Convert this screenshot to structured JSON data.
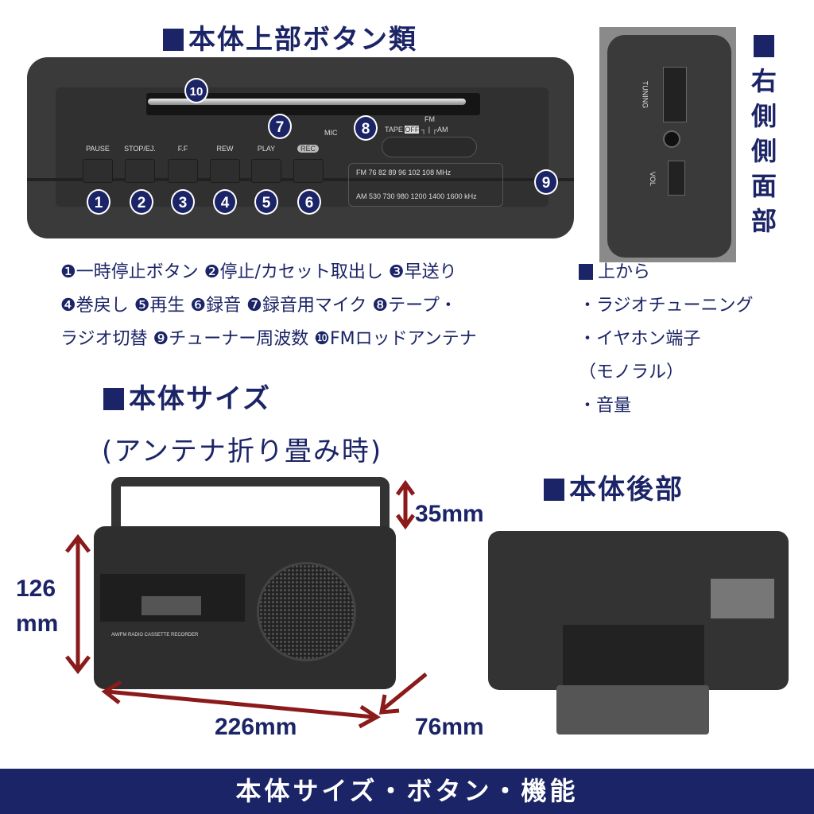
{
  "top": {
    "title": "本体上部ボタン類",
    "buttons": [
      "PAUSE",
      "STOP/EJ.",
      "F.F",
      "REW",
      "PLAY"
    ],
    "rec": "REC",
    "mic": "MIC",
    "tape": "TAPE",
    "off": "OFF",
    "fm": "FM",
    "am": "AM",
    "fm_scale": "FM   76    82    89    96   102   108 MHz",
    "am_scale": "AM  530  730   980 1200 1400 1600 kHz",
    "numbers": [
      "1",
      "2",
      "3",
      "4",
      "5",
      "6",
      "7",
      "8",
      "9",
      "10"
    ]
  },
  "descriptions": [
    "❶一時停止ボタン ❷停止/カセット取出し ❸早送り",
    "❹巻戻し ❺再生 ❻録音 ❼録音用マイク ❽テープ・",
    "ラジオ切替 ❾チューナー周波数 ❿FMロッドアンテナ"
  ],
  "right_side": {
    "title_chars": [
      "右",
      "側",
      "側",
      "面",
      "部"
    ],
    "tuning": "TUNING",
    "vol": "VOL",
    "subtitle": "上から",
    "items": [
      "・ラジオチューニング",
      "・イヤホン端子",
      "（モノラル）",
      "・音量"
    ]
  },
  "size": {
    "title": "本体サイズ",
    "subtitle": "(アンテナ折り畳み時)",
    "height": "126",
    "height_unit": "mm",
    "width": "226mm",
    "depth": "76mm",
    "handle": "35mm",
    "front_label": "AM/FM RADIO CASSETTE RECORDER"
  },
  "back": {
    "title": "本体後部"
  },
  "footer": "本体サイズ・ボタン・機能",
  "colors": {
    "navy": "#1b2466",
    "arrow": "#8b1a1a"
  }
}
